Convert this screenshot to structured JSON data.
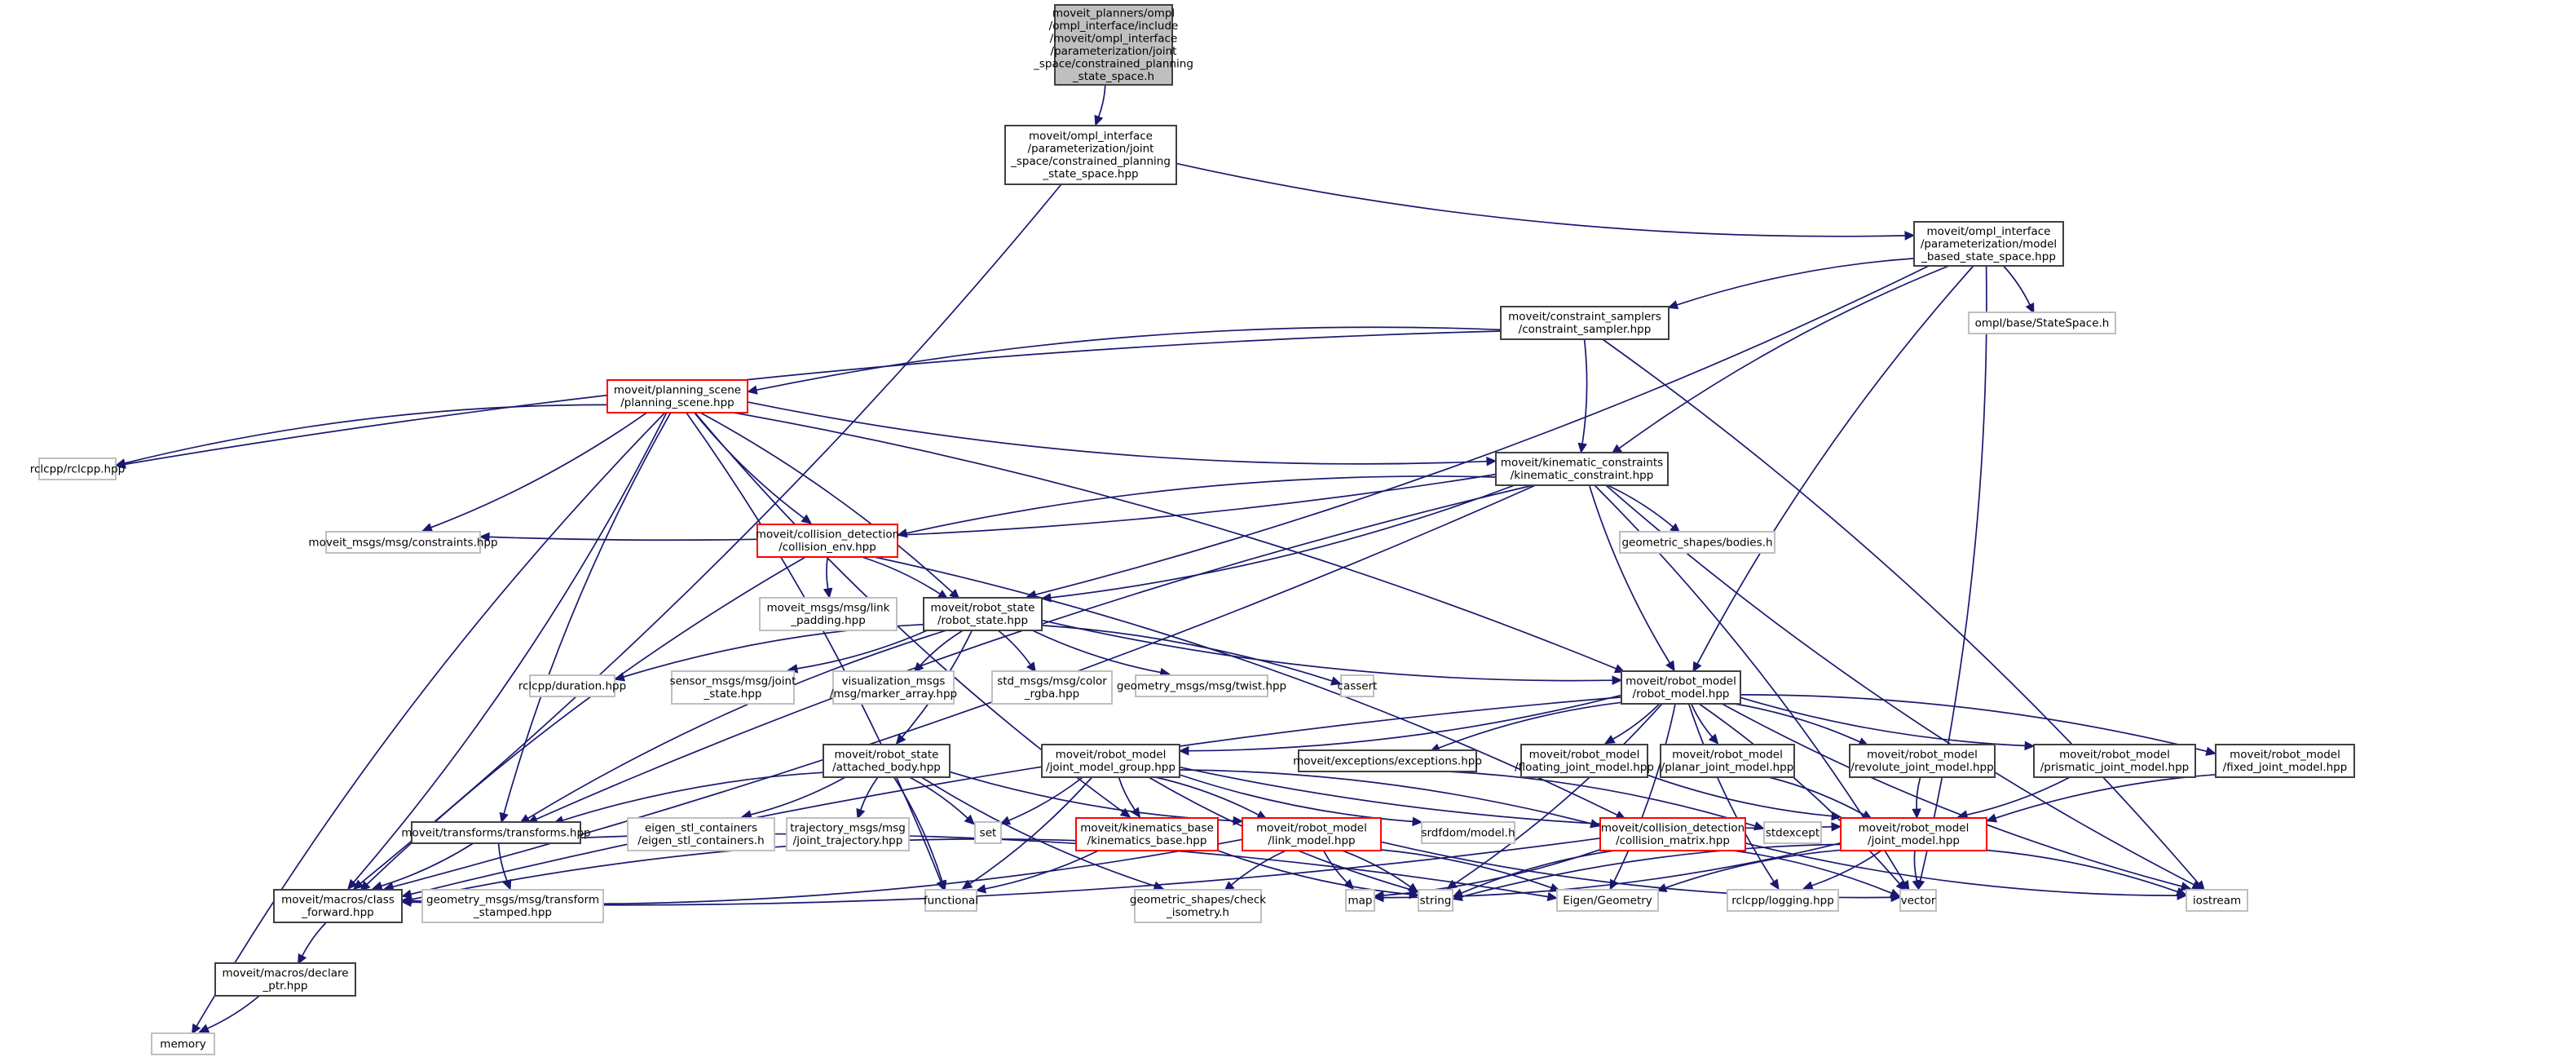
{
  "diagram": {
    "type": "include-dependency-graph",
    "colors": {
      "edge": "#191970",
      "root_fill": "#bfbfbf",
      "doc_border": "#404040",
      "truncated_border": "#ff0000",
      "external_border": "#bfbfbf"
    },
    "nodes": [
      {
        "id": "root",
        "kind": "root",
        "lines": [
          "moveit_planners/ompl",
          "/ompl_interface/include",
          "/moveit/ompl_interface",
          "/parameterization/joint",
          "_space/constrained_planning",
          "_state_space.h"
        ]
      },
      {
        "id": "cpss",
        "kind": "doc",
        "lines": [
          "moveit/ompl_interface",
          "/parameterization/joint",
          "_space/constrained_planning",
          "_state_space.hpp"
        ]
      },
      {
        "id": "mbss",
        "kind": "doc",
        "lines": [
          "moveit/ompl_interface",
          "/parameterization/model",
          "_based_state_space.hpp"
        ]
      },
      {
        "id": "statespace",
        "kind": "ext",
        "lines": [
          "ompl/base/StateSpace.h"
        ]
      },
      {
        "id": "cs",
        "kind": "doc",
        "lines": [
          "moveit/constraint_samplers",
          "/constraint_sampler.hpp"
        ]
      },
      {
        "id": "ps",
        "kind": "red",
        "lines": [
          "moveit/planning_scene",
          "/planning_scene.hpp"
        ]
      },
      {
        "id": "rclcpp",
        "kind": "ext",
        "lines": [
          "rclcpp/rclcpp.hpp"
        ]
      },
      {
        "id": "kc",
        "kind": "doc",
        "lines": [
          "moveit/kinematic_constraints",
          "/kinematic_constraint.hpp"
        ]
      },
      {
        "id": "constraints",
        "kind": "ext",
        "lines": [
          "moveit_msgs/msg/constraints.hpp"
        ]
      },
      {
        "id": "ce",
        "kind": "red",
        "lines": [
          "moveit/collision_detection",
          "/collision_env.hpp"
        ]
      },
      {
        "id": "bodies",
        "kind": "ext",
        "lines": [
          "geometric_shapes/bodies.h"
        ]
      },
      {
        "id": "linkpad",
        "kind": "ext",
        "lines": [
          "moveit_msgs/msg/link",
          "_padding.hpp"
        ]
      },
      {
        "id": "rs",
        "kind": "doc",
        "lines": [
          "moveit/robot_state",
          "/robot_state.hpp"
        ]
      },
      {
        "id": "duration",
        "kind": "ext",
        "lines": [
          "rclcpp/duration.hpp"
        ]
      },
      {
        "id": "jointstate",
        "kind": "ext",
        "lines": [
          "sensor_msgs/msg/joint",
          "_state.hpp"
        ]
      },
      {
        "id": "marker",
        "kind": "ext",
        "lines": [
          "visualization_msgs",
          "/msg/marker_array.hpp"
        ]
      },
      {
        "id": "colorrgba",
        "kind": "ext",
        "lines": [
          "std_msgs/msg/color",
          "_rgba.hpp"
        ]
      },
      {
        "id": "twist",
        "kind": "ext",
        "lines": [
          "geometry_msgs/msg/twist.hpp"
        ]
      },
      {
        "id": "cassert",
        "kind": "ext",
        "lines": [
          "cassert"
        ]
      },
      {
        "id": "rm",
        "kind": "doc",
        "lines": [
          "moveit/robot_model",
          "/robot_model.hpp"
        ]
      },
      {
        "id": "ab",
        "kind": "doc",
        "lines": [
          "moveit/robot_state",
          "/attached_body.hpp"
        ]
      },
      {
        "id": "jmg",
        "kind": "doc",
        "lines": [
          "moveit/robot_model",
          "/joint_model_group.hpp"
        ]
      },
      {
        "id": "exc",
        "kind": "doc",
        "lines": [
          "moveit/exceptions/exceptions.hpp"
        ]
      },
      {
        "id": "fjm",
        "kind": "doc",
        "lines": [
          "moveit/robot_model",
          "/floating_joint_model.hpp"
        ]
      },
      {
        "id": "pjm",
        "kind": "doc",
        "lines": [
          "moveit/robot_model",
          "/planar_joint_model.hpp"
        ]
      },
      {
        "id": "rjm",
        "kind": "doc",
        "lines": [
          "moveit/robot_model",
          "/revolute_joint_model.hpp"
        ]
      },
      {
        "id": "prjm",
        "kind": "doc",
        "lines": [
          "moveit/robot_model",
          "/prismatic_joint_model.hpp"
        ]
      },
      {
        "id": "fxjm",
        "kind": "doc",
        "lines": [
          "moveit/robot_model",
          "/fixed_joint_model.hpp"
        ]
      },
      {
        "id": "tf",
        "kind": "doc",
        "lines": [
          "moveit/transforms/transforms.hpp"
        ]
      },
      {
        "id": "esc",
        "kind": "ext",
        "lines": [
          "eigen_stl_containers",
          "/eigen_stl_containers.h"
        ]
      },
      {
        "id": "jtraj",
        "kind": "ext",
        "lines": [
          "trajectory_msgs/msg",
          "/joint_trajectory.hpp"
        ]
      },
      {
        "id": "set",
        "kind": "ext",
        "lines": [
          "set"
        ]
      },
      {
        "id": "kb",
        "kind": "red",
        "lines": [
          "moveit/kinematics_base",
          "/kinematics_base.hpp"
        ]
      },
      {
        "id": "lm",
        "kind": "red",
        "lines": [
          "moveit/robot_model",
          "/link_model.hpp"
        ]
      },
      {
        "id": "srdf",
        "kind": "ext",
        "lines": [
          "srdfdom/model.h"
        ]
      },
      {
        "id": "cm",
        "kind": "red",
        "lines": [
          "moveit/collision_detection",
          "/collision_matrix.hpp"
        ]
      },
      {
        "id": "stdexcept",
        "kind": "ext",
        "lines": [
          "stdexcept"
        ]
      },
      {
        "id": "jm",
        "kind": "red",
        "lines": [
          "moveit/robot_model",
          "/joint_model.hpp"
        ]
      },
      {
        "id": "cf",
        "kind": "doc",
        "lines": [
          "moveit/macros/class",
          "_forward.hpp"
        ]
      },
      {
        "id": "tfstamped",
        "kind": "ext",
        "lines": [
          "geometry_msgs/msg/transform",
          "_stamped.hpp"
        ]
      },
      {
        "id": "functional",
        "kind": "ext",
        "lines": [
          "functional"
        ]
      },
      {
        "id": "checkiso",
        "kind": "ext",
        "lines": [
          "geometric_shapes/check",
          "_isometry.h"
        ]
      },
      {
        "id": "map",
        "kind": "ext",
        "lines": [
          "map"
        ]
      },
      {
        "id": "string",
        "kind": "ext",
        "lines": [
          "string"
        ]
      },
      {
        "id": "eigen",
        "kind": "ext",
        "lines": [
          "Eigen/Geometry"
        ]
      },
      {
        "id": "logging",
        "kind": "ext",
        "lines": [
          "rclcpp/logging.hpp"
        ]
      },
      {
        "id": "vector",
        "kind": "ext",
        "lines": [
          "vector"
        ]
      },
      {
        "id": "iostream",
        "kind": "ext",
        "lines": [
          "iostream"
        ]
      },
      {
        "id": "dp",
        "kind": "doc",
        "lines": [
          "moveit/macros/declare",
          "_ptr.hpp"
        ]
      },
      {
        "id": "memory",
        "kind": "ext",
        "lines": [
          "memory"
        ]
      }
    ],
    "edges": [
      [
        "root",
        "cpss"
      ],
      [
        "cpss",
        "mbss"
      ],
      [
        "cpss",
        "cf"
      ],
      [
        "mbss",
        "cs"
      ],
      [
        "mbss",
        "statespace"
      ],
      [
        "mbss",
        "kc"
      ],
      [
        "mbss",
        "rs"
      ],
      [
        "mbss",
        "rm"
      ],
      [
        "mbss",
        "vector"
      ],
      [
        "cs",
        "ps"
      ],
      [
        "cs",
        "kc"
      ],
      [
        "cs",
        "rclcpp"
      ],
      [
        "cs",
        "iostream"
      ],
      [
        "ps",
        "rclcpp"
      ],
      [
        "ps",
        "constraints"
      ],
      [
        "ps",
        "ce"
      ],
      [
        "ps",
        "rs"
      ],
      [
        "ps",
        "kc"
      ],
      [
        "ps",
        "rm"
      ],
      [
        "ps",
        "tf"
      ],
      [
        "ps",
        "cf"
      ],
      [
        "ps",
        "memory"
      ],
      [
        "ps",
        "functional"
      ],
      [
        "ps",
        "kb"
      ],
      [
        "kc",
        "constraints"
      ],
      [
        "kc",
        "ce"
      ],
      [
        "kc",
        "rs"
      ],
      [
        "kc",
        "rm"
      ],
      [
        "kc",
        "bodies"
      ],
      [
        "kc",
        "tf"
      ],
      [
        "kc",
        "cf"
      ],
      [
        "kc",
        "iostream"
      ],
      [
        "kc",
        "vector"
      ],
      [
        "ce",
        "linkpad"
      ],
      [
        "ce",
        "rs"
      ],
      [
        "ce",
        "cf"
      ],
      [
        "ce",
        "cm"
      ],
      [
        "rs",
        "rm"
      ],
      [
        "rs",
        "ab"
      ],
      [
        "rs",
        "duration"
      ],
      [
        "rs",
        "jointstate"
      ],
      [
        "rs",
        "marker"
      ],
      [
        "rs",
        "colorrgba"
      ],
      [
        "rs",
        "twist"
      ],
      [
        "rs",
        "cassert"
      ],
      [
        "rs",
        "tf"
      ],
      [
        "rm",
        "jmg"
      ],
      [
        "rm",
        "exc"
      ],
      [
        "rm",
        "fjm"
      ],
      [
        "rm",
        "pjm"
      ],
      [
        "rm",
        "rjm"
      ],
      [
        "rm",
        "prjm"
      ],
      [
        "rm",
        "fxjm"
      ],
      [
        "rm",
        "cf"
      ],
      [
        "rm",
        "eigen"
      ],
      [
        "rm",
        "logging"
      ],
      [
        "rm",
        "vector"
      ],
      [
        "rm",
        "iostream"
      ],
      [
        "rm",
        "string"
      ],
      [
        "ab",
        "tf"
      ],
      [
        "ab",
        "esc"
      ],
      [
        "ab",
        "jtraj"
      ],
      [
        "ab",
        "set"
      ],
      [
        "ab",
        "lm"
      ],
      [
        "ab",
        "functional"
      ],
      [
        "ab",
        "checkiso"
      ],
      [
        "jmg",
        "set"
      ],
      [
        "jmg",
        "kb"
      ],
      [
        "jmg",
        "lm"
      ],
      [
        "jmg",
        "srdf"
      ],
      [
        "jmg",
        "cm"
      ],
      [
        "jmg",
        "jm"
      ],
      [
        "jmg",
        "functional"
      ],
      [
        "jmg",
        "string"
      ],
      [
        "exc",
        "stdexcept"
      ],
      [
        "fjm",
        "jm"
      ],
      [
        "pjm",
        "jm"
      ],
      [
        "rjm",
        "jm"
      ],
      [
        "prjm",
        "jm"
      ],
      [
        "fxjm",
        "jm"
      ],
      [
        "tf",
        "cf"
      ],
      [
        "tf",
        "tfstamped"
      ],
      [
        "tf",
        "eigen"
      ],
      [
        "kb",
        "cf"
      ],
      [
        "kb",
        "functional"
      ],
      [
        "kb",
        "string"
      ],
      [
        "lm",
        "cf"
      ],
      [
        "lm",
        "map"
      ],
      [
        "lm",
        "string"
      ],
      [
        "lm",
        "checkiso"
      ],
      [
        "lm",
        "eigen"
      ],
      [
        "lm",
        "vector"
      ],
      [
        "cm",
        "map"
      ],
      [
        "cm",
        "string"
      ],
      [
        "cm",
        "vector"
      ],
      [
        "cm",
        "iostream"
      ],
      [
        "cm",
        "cf"
      ],
      [
        "jm",
        "vector"
      ],
      [
        "jm",
        "map"
      ],
      [
        "jm",
        "eigen"
      ],
      [
        "jm",
        "iostream"
      ],
      [
        "jm",
        "string"
      ],
      [
        "jm",
        "logging"
      ],
      [
        "cf",
        "dp"
      ],
      [
        "dp",
        "memory"
      ]
    ]
  }
}
